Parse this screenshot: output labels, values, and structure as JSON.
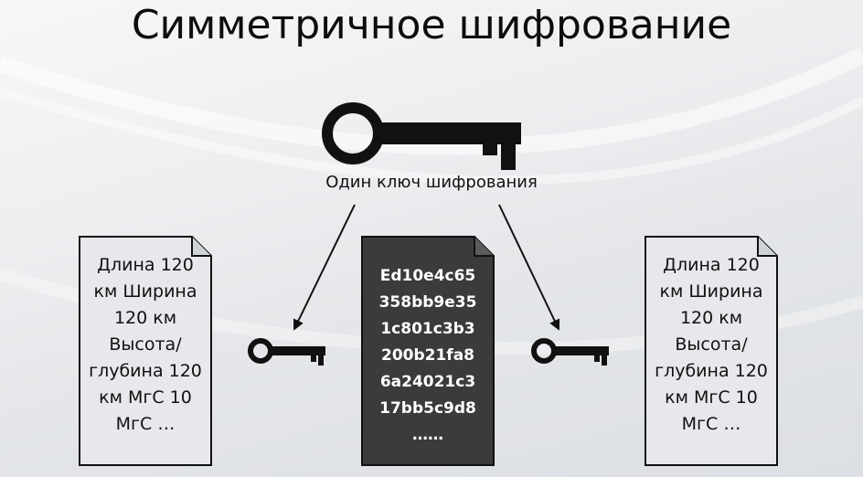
{
  "title": "Симметричное шифрование",
  "key_caption": "Один ключ шифрования",
  "plaintext_left": "Длина 120 км Ширина 120 км Высота/глубина 120 км МгС 10 МгС …",
  "plaintext_right": "Длина 120 км Ширина 120 км Высота/глубина 120 км МгС 10 МгС …",
  "ciphertext": {
    "lines": [
      "Ed10e4c65",
      "358bb9e35",
      "1c801c3b3",
      "200b21fa8",
      "6a24021c3",
      "17bb5c9d8",
      "……"
    ]
  },
  "colors": {
    "title": "#0d0d0d",
    "key": "#111111",
    "plain_doc_fill": "#e6e8eb",
    "cipher_doc_fill": "#3a3b3c",
    "cipher_text": "#ffffff"
  },
  "icons": [
    "key-icon",
    "document-icon",
    "arrow-icon"
  ]
}
